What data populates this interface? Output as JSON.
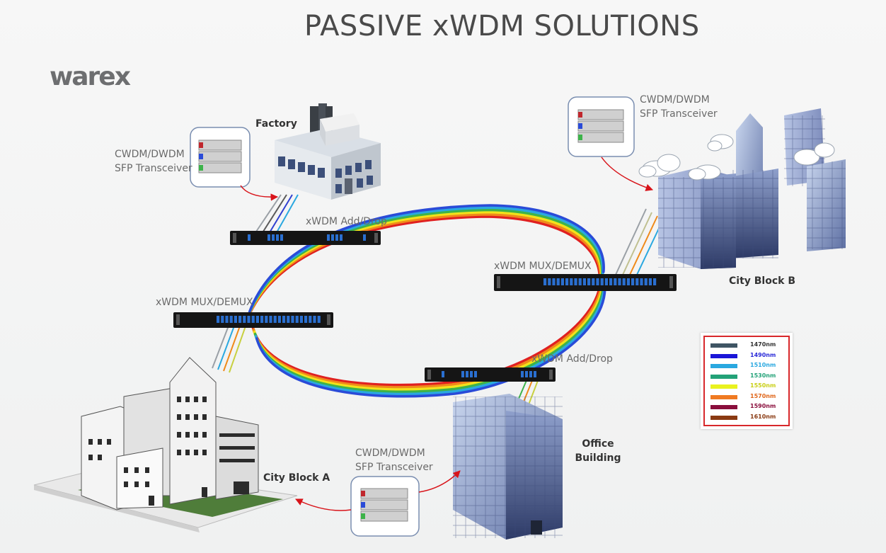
{
  "title": "PASSIVE xWDM SOLUTIONS",
  "logo": "warex",
  "labels": {
    "factory": "Factory",
    "city_block_b": "City Block B",
    "city_block_a": "City Block A",
    "office_building": "Office Building",
    "adddrop_top": "xWDM Add/Drop",
    "adddrop_bottom": "xWDM Add/Drop",
    "muxdemux_left": "xWDM MUX/DEMUX",
    "muxdemux_right": "xWDM MUX/DEMUX",
    "sfp_factory": [
      "CWDM/DWDM",
      "SFP Transceiver"
    ],
    "sfp_cityb": [
      "CWDM/DWDM",
      "SFP Transceiver"
    ],
    "sfp_office": [
      "CWDM/DWDM",
      "SFP Transceiver"
    ]
  },
  "legend": [
    {
      "label": "1470nm",
      "color": "#3f5564",
      "text_color": "#333333"
    },
    {
      "label": "1490nm",
      "color": "#1a16d8",
      "text_color": "#2b2bd8"
    },
    {
      "label": "1510nm",
      "color": "#2aa8e0",
      "text_color": "#2aa8e0"
    },
    {
      "label": "1530nm",
      "color": "#23a278",
      "text_color": "#23a278"
    },
    {
      "label": "1550nm",
      "color": "#e9f21f",
      "text_color": "#c9cf16"
    },
    {
      "label": "1570nm",
      "color": "#f07a22",
      "text_color": "#e0661a"
    },
    {
      "label": "1590nm",
      "color": "#8a0e3c",
      "text_color": "#8a0e3c"
    },
    {
      "label": "1610nm",
      "color": "#8a3a12",
      "text_color": "#8a3a12"
    }
  ],
  "ring_colors": [
    "#e02020",
    "#f08a1a",
    "#f2e21a",
    "#3db34a",
    "#2aa8e0",
    "#2a4bd8"
  ]
}
